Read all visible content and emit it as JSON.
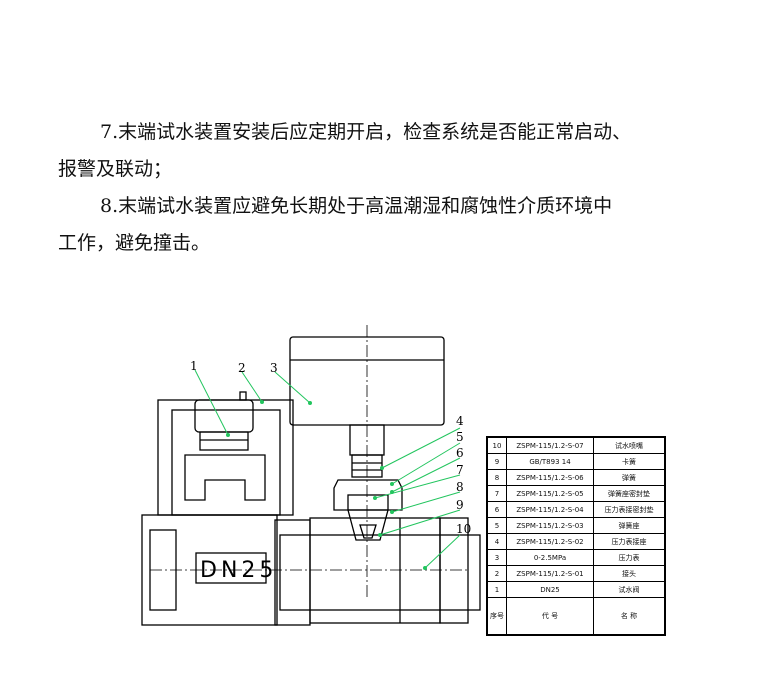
{
  "paragraphs": {
    "p7_line1": "7.末端试水装置安装后应定期开启，检查系统是否能正常启动、",
    "p7_line2": "报警及联动；",
    "p8_line1": "8.末端试水装置应避免长期处于高温潮湿和腐蚀性介质环境中",
    "p8_line2": "工作，避免撞击。"
  },
  "drawing": {
    "valve_label": "DN25",
    "callouts": [
      "1",
      "2",
      "3",
      "4",
      "5",
      "6",
      "7",
      "8",
      "9",
      "10"
    ]
  },
  "parts_table": {
    "rows": [
      {
        "no": "10",
        "code": "ZSPM-115/1.2-S-07",
        "name": "试水喷嘴"
      },
      {
        "no": "9",
        "code": "GB/T893 14",
        "name": "卡簧"
      },
      {
        "no": "8",
        "code": "ZSPM-115/1.2-S-06",
        "name": "弹簧"
      },
      {
        "no": "7",
        "code": "ZSPM-115/1.2-S-05",
        "name": "弹簧座密封垫"
      },
      {
        "no": "6",
        "code": "ZSPM-115/1.2-S-04",
        "name": "压力表接密封垫"
      },
      {
        "no": "5",
        "code": "ZSPM-115/1.2-S-03",
        "name": "弹簧座"
      },
      {
        "no": "4",
        "code": "ZSPM-115/1.2-S-02",
        "name": "压力表接座"
      },
      {
        "no": "3",
        "code": "0-2.5MPa",
        "name": "压力表"
      },
      {
        "no": "2",
        "code": "ZSPM-115/1.2-S-01",
        "name": "接头"
      },
      {
        "no": "1",
        "code": "DN25",
        "name": "试水阀"
      }
    ],
    "header": {
      "no": "序号",
      "code": "代  号",
      "name": "名  称"
    }
  },
  "colors": {
    "leader": "#22c55e",
    "line": "#000000"
  }
}
